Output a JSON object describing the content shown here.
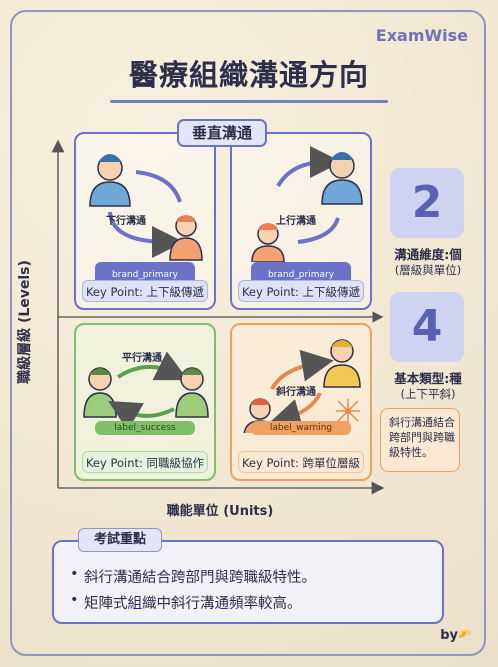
{
  "brand": "ExamWise",
  "title": "醫療組織溝通方向",
  "header_pill": "垂直溝通",
  "axes": {
    "y_label": "職級層級 (Levels)",
    "x_label": "職能單位 (Units)"
  },
  "quadrants": {
    "top_left": {
      "title": "下行溝通",
      "tag": "brand_primary",
      "key_point": "Key Point: 上下級傳遞"
    },
    "top_right": {
      "title": "上行溝通",
      "tag": "brand_primary",
      "key_point": "Key Point: 上下級傳遞"
    },
    "bottom_left": {
      "title": "平行溝通",
      "tag": "label_success",
      "key_point": "Key Point: 同職級協作"
    },
    "bottom_right": {
      "title": "斜行溝通",
      "tag": "label_warning",
      "key_point": "Key Point: 跨單位層級"
    }
  },
  "stats": [
    {
      "value": "2",
      "label": "溝通維度:個",
      "sub": "(層級與單位)"
    },
    {
      "value": "4",
      "label": "基本類型:種",
      "sub": "(上下平斜)"
    }
  ],
  "note": "斜行溝通結合跨部門與跨職級特性。",
  "exam": {
    "title": "考試重點",
    "items": [
      "斜行溝通結合跨部門與跨職級特性。",
      "矩陣式組織中斜行溝通頻率較高。"
    ]
  },
  "byline": "by",
  "colors": {
    "primary": "#6b72c8",
    "success": "#7fbf6a",
    "warning": "#f0a060",
    "background": "#f1e7d2"
  },
  "icons": [
    "doctor-icon",
    "nurse-icon",
    "arrow-icon",
    "network-icon",
    "banana-icon"
  ]
}
